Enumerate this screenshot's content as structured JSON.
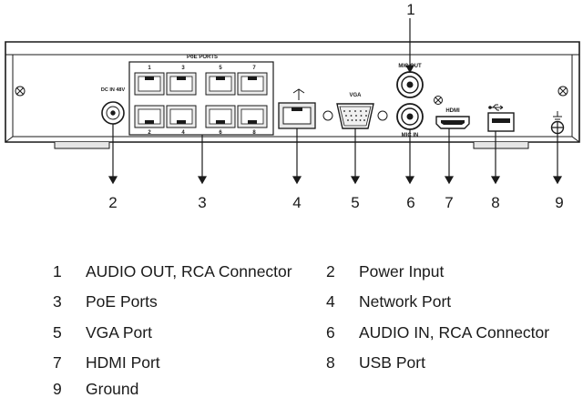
{
  "panel_labels": {
    "poe_ports": "PoE PORTS",
    "mic_out": "MIC OUT",
    "mic_in": "MIC IN",
    "vga": "VGA",
    "dc_in": "DC IN 48V",
    "hdmi": "HDMI",
    "port_numbers_top": [
      "1",
      "3",
      "5",
      "7"
    ],
    "port_numbers_bottom": [
      "2",
      "4",
      "6",
      "8"
    ]
  },
  "callouts": [
    "1",
    "2",
    "3",
    "4",
    "5",
    "6",
    "7",
    "8",
    "9"
  ],
  "legend": [
    {
      "num": "1",
      "text": "AUDIO OUT, RCA Connector"
    },
    {
      "num": "2",
      "text": "Power Input"
    },
    {
      "num": "3",
      "text": "PoE Ports"
    },
    {
      "num": "4",
      "text": "Network Port"
    },
    {
      "num": "5",
      "text": "VGA Port"
    },
    {
      "num": "6",
      "text": "AUDIO IN, RCA Connector"
    },
    {
      "num": "7",
      "text": "HDMI Port"
    },
    {
      "num": "8",
      "text": "USB Port"
    },
    {
      "num": "9",
      "text": "Ground"
    }
  ]
}
